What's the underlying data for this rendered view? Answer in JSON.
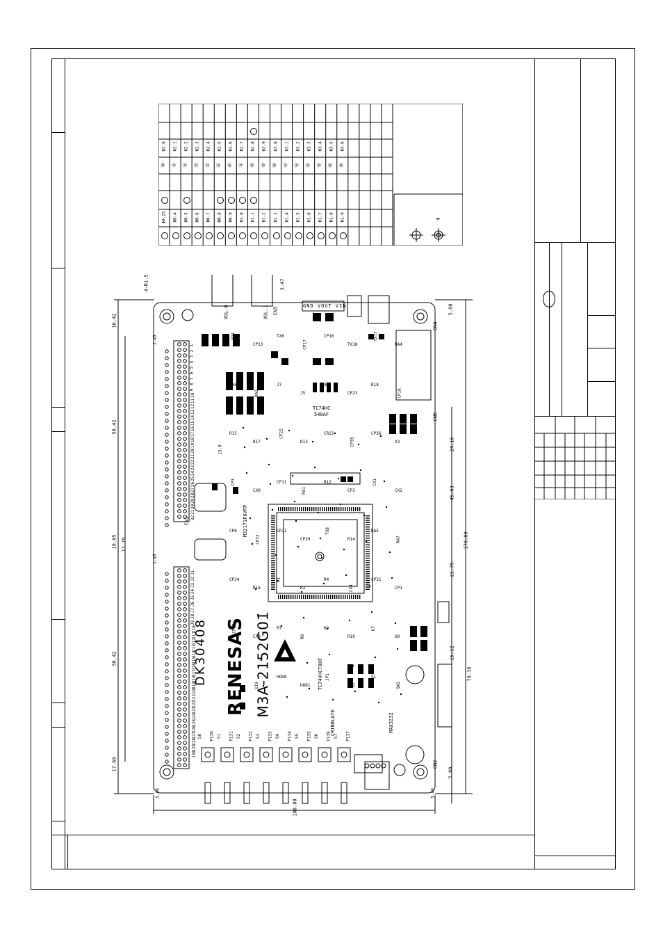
{
  "drill_table": {
    "left_sizes": [
      "Φ0.25",
      "Φ0.4",
      "Φ0.5",
      "Φ0.6",
      "Φ0.7",
      "Φ0.8",
      "Φ0.9",
      "Φ1.0",
      "Φ1.1",
      "Φ1.2",
      "Φ1.3",
      "Φ1.4",
      "Φ1.5",
      "Φ1.6",
      "Φ1.7",
      "Φ1.8",
      "Φ1.9"
    ],
    "right_sizes": [
      "Φ2.0",
      "Φ2.1",
      "Φ2.2",
      "Φ2.3",
      "Φ2.4",
      "Φ2.5",
      "Φ2.6",
      "Φ2.7",
      "Φ2.8",
      "Φ2.9",
      "Φ3.0",
      "Φ3.1",
      "Φ3.2",
      "Φ3.3",
      "Φ3.4",
      "Φ3.5",
      "Φ3.6"
    ],
    "right_numbers": [
      "⑳",
      "㉑",
      "㉒",
      "㉓",
      "㉔",
      "㉕",
      "㉖",
      "㉗",
      "㉘",
      "㉙",
      "㉚",
      "㉛",
      "㉜",
      "㉝",
      "㉞",
      "㉟",
      "㊱"
    ],
    "left_marks": [
      1,
      0,
      1,
      0,
      0,
      1,
      1,
      1,
      1,
      0,
      0,
      0,
      0,
      0,
      0,
      0,
      0
    ],
    "right_marks": [
      0,
      0,
      0,
      0,
      0,
      0,
      0,
      0,
      1,
      0,
      0,
      0,
      0,
      0,
      0,
      0,
      0
    ],
    "legend_phi": "φ"
  },
  "board": {
    "brand": "RENESAS",
    "part_number": "M3A-2152G01",
    "model": "DK30408",
    "chip_main": "M32171F6VFP",
    "ic_label_1": "TC74HC",
    "ic_label_2": "540AF",
    "ic_label_3": "TC74VHCT08F",
    "ic_label_4": "MAX3232",
    "ic_label_5": "CRIBBLATE",
    "connectors": [
      "VOL.0",
      "VOL.1",
      "CN3",
      "CN4",
      "CN5",
      "CN2",
      "CN1"
    ],
    "power_header": [
      "GND",
      "VOUT",
      "VIN"
    ],
    "components": [
      "AD1",
      "CP13",
      "TX6",
      "CP17",
      "CP16",
      "TX18",
      "TX17",
      "RA4",
      "RA6",
      "RA3",
      "J7",
      "J5",
      "J6",
      "CP23",
      "R18",
      "CP18",
      "R15",
      "R17",
      "CP22",
      "R13",
      "CR22",
      "CP35",
      "CP36",
      "X3",
      "CP3",
      "CX0",
      "CP11",
      "RA1",
      "R12",
      "CP2",
      "CX1",
      "CX2",
      "CP6",
      "CP33",
      "CP21",
      "CP20",
      "TX8",
      "R14",
      "RA5",
      "RA7",
      "CP24",
      "R16",
      "Y1",
      "R3",
      "R4",
      "CX4",
      "CP31",
      "CP1",
      "CP32",
      "CP8",
      "R7",
      "R8",
      "R9",
      "R10",
      "U7",
      "U9",
      "U10",
      "U19",
      "HOD0",
      "HOD1",
      "JP1",
      "JP2",
      "S1",
      "SW1"
    ],
    "switches": [
      "S0",
      "S1",
      "S2",
      "S3",
      "S4",
      "S5",
      "S6",
      "S7"
    ],
    "switch_pins": [
      "P130",
      "P131",
      "P132",
      "P133",
      "P134",
      "P135",
      "P136",
      "P137"
    ],
    "left_pins_top": [
      "1",
      "2",
      "3",
      "4",
      "5",
      "6",
      "7",
      "8",
      "9",
      "10",
      "11",
      "12",
      "13",
      "14",
      "15",
      "16",
      "17",
      "18",
      "19",
      "20",
      "21",
      "22",
      "23",
      "24",
      "25",
      "26",
      "27",
      "28",
      "29",
      "30",
      "31",
      "32"
    ],
    "left_pins_bottom": [
      "J1",
      "J2",
      "J3",
      "J4",
      "J5",
      "J6",
      "J7",
      "J8",
      "J9",
      "J10",
      "J11",
      "J12",
      "J13",
      "J14",
      "J15",
      "J16",
      "J17",
      "J18",
      "J19",
      "J20",
      "J21",
      "J22",
      "J23",
      "J24",
      "J25",
      "J26",
      "J27",
      "J28",
      "J29",
      "J30"
    ]
  },
  "dimensions": {
    "top_a": "4-R1.5",
    "top_b": "3.47",
    "left": [
      "16.42",
      "58.42",
      "19.05",
      "17.79",
      "58.42",
      "17.69"
    ],
    "left_small": [
      "2.45",
      "2.45"
    ],
    "right": [
      "5.00",
      "24.16",
      "45.03",
      "21.79",
      "170.00",
      "15.12",
      "79.38",
      "5.00"
    ],
    "bottom_total": "100.00",
    "bottom_left": "5.00",
    "bottom_right": "5.00",
    "inner_small": [
      "13.0"
    ]
  }
}
